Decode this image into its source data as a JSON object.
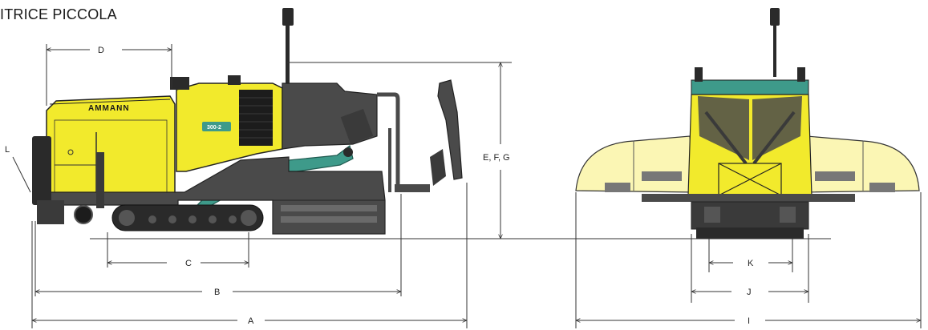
{
  "title": "ITRICE PICCOLA",
  "brand": {
    "logo_text": "AMMANN",
    "model_badge": "300-2",
    "colors": {
      "yellow": "#f2ea2c",
      "yellow_light": "#fbf6b4",
      "dark_grey": "#4a4a4a",
      "black": "#1c1c1c",
      "teal": "#3e9a8a"
    }
  },
  "dimensions": {
    "A": "A",
    "B": "B",
    "C": "C",
    "D": "D",
    "EFG": "E, F, G",
    "L": "L",
    "I": "I",
    "J": "J",
    "K": "K"
  }
}
